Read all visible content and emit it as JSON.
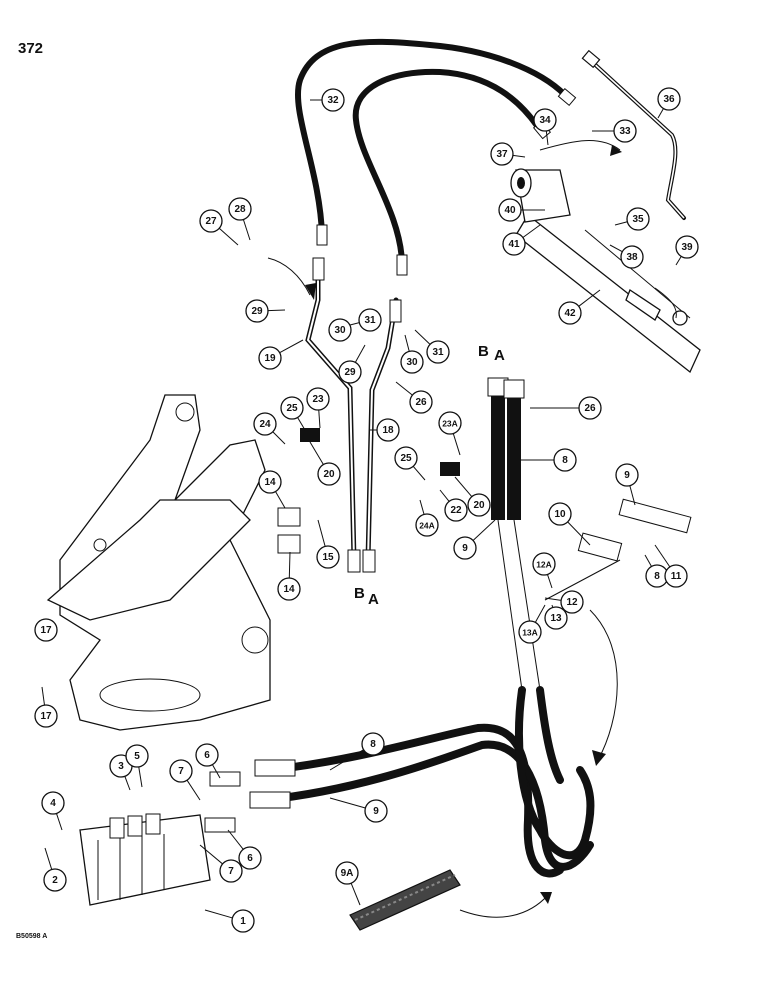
{
  "page_number": "372",
  "drawing_code": "B50598 A",
  "tube_end_letters": [
    {
      "id": "b-top",
      "text": "B"
    },
    {
      "id": "a-top",
      "text": "A"
    },
    {
      "id": "b-bottom",
      "text": "B"
    },
    {
      "id": "a-bottom",
      "text": "A"
    }
  ],
  "callouts": [
    {
      "label": "1"
    },
    {
      "label": "2"
    },
    {
      "label": "3"
    },
    {
      "label": "4"
    },
    {
      "label": "5"
    },
    {
      "label": "6"
    },
    {
      "label": "6"
    },
    {
      "label": "7"
    },
    {
      "label": "7"
    },
    {
      "label": "8"
    },
    {
      "label": "8"
    },
    {
      "label": "8"
    },
    {
      "label": "9"
    },
    {
      "label": "9"
    },
    {
      "label": "9"
    },
    {
      "label": "9A"
    },
    {
      "label": "10"
    },
    {
      "label": "11"
    },
    {
      "label": "12"
    },
    {
      "label": "12A"
    },
    {
      "label": "13"
    },
    {
      "label": "13A"
    },
    {
      "label": "14"
    },
    {
      "label": "14"
    },
    {
      "label": "15"
    },
    {
      "label": "17"
    },
    {
      "label": "17"
    },
    {
      "label": "18"
    },
    {
      "label": "19"
    },
    {
      "label": "20"
    },
    {
      "label": "20"
    },
    {
      "label": "22"
    },
    {
      "label": "23"
    },
    {
      "label": "23A"
    },
    {
      "label": "24"
    },
    {
      "label": "24A"
    },
    {
      "label": "25"
    },
    {
      "label": "25"
    },
    {
      "label": "26"
    },
    {
      "label": "26"
    },
    {
      "label": "27"
    },
    {
      "label": "28"
    },
    {
      "label": "29"
    },
    {
      "label": "29"
    },
    {
      "label": "30"
    },
    {
      "label": "30"
    },
    {
      "label": "31"
    },
    {
      "label": "31"
    },
    {
      "label": "32"
    },
    {
      "label": "33"
    },
    {
      "label": "34"
    },
    {
      "label": "35"
    },
    {
      "label": "36"
    },
    {
      "label": "37"
    },
    {
      "label": "38"
    },
    {
      "label": "39"
    },
    {
      "label": "40"
    },
    {
      "label": "41"
    },
    {
      "label": "42"
    }
  ]
}
